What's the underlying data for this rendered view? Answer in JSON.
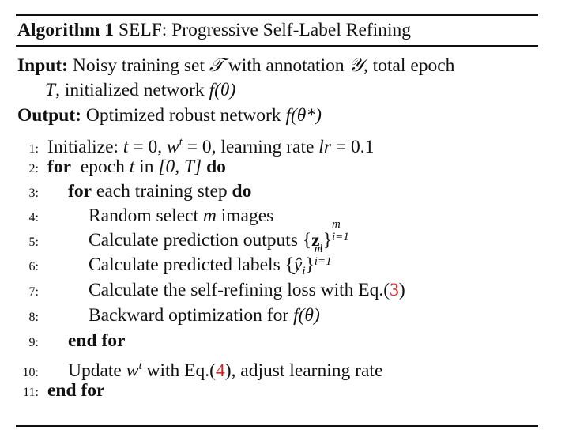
{
  "algorithm": {
    "label": "Algorithm 1",
    "title": "SELF: Progressive Self-Label Refining"
  },
  "input": {
    "key": "Input:",
    "line1_a": "Noisy training set ",
    "set_symbol": "𝒯",
    "line1_b": " with annotation ",
    "annotation_symbol": "𝒴",
    "line1_c": ", total epoch",
    "line2_var": "T",
    "line2_a": ", initialized network ",
    "line2_func": "f(θ)"
  },
  "output": {
    "key": "Output:",
    "text": "Optimized robust network ",
    "func": "f(θ*)"
  },
  "steps": [
    {
      "num": "1:",
      "a": "Initialize: ",
      "m1": "t",
      "b": " = 0, ",
      "m2": "w",
      "sup": "t",
      "c": " = 0, learning rate ",
      "m3": "lr",
      "d": " = 0.1"
    },
    {
      "num": "2:",
      "kw1": "for",
      "a": "  epoch ",
      "m1": "t",
      "b": " in ",
      "m2": "[0, T]",
      "kw2": "do"
    },
    {
      "num": "3:",
      "kw1": "for",
      "a": " each training step ",
      "kw2": "do"
    },
    {
      "num": "4:",
      "a": "Random select ",
      "m1": "m",
      "b": " images"
    },
    {
      "num": "5:",
      "a": "Calculate prediction outputs ",
      "m_open": "{",
      "m_z": "z",
      "m_sub": "i",
      "m_close": "}",
      "sup": "m",
      "sub": "i=1"
    },
    {
      "num": "6:",
      "a": "Calculate predicted labels ",
      "m_open": "{",
      "m_y": "ŷ",
      "m_sub": "i",
      "m_close": "}",
      "sup": "m",
      "sub": "i=1"
    },
    {
      "num": "7:",
      "a": "Calculate the self-refining loss with Eq.(",
      "ref": "3",
      "b": ")"
    },
    {
      "num": "8:",
      "a": "Backward optimization for ",
      "m1": "f(θ)"
    },
    {
      "num": "9:",
      "kw1": "end for"
    },
    {
      "num": "10:",
      "a": "Update ",
      "m1": "w",
      "sup": "t",
      "b": " with Eq.(",
      "ref": "4",
      "c": "), adjust learning rate"
    },
    {
      "num": "11:",
      "kw1": "end for"
    }
  ],
  "colors": {
    "text": "#111111",
    "reference": "#d42020"
  }
}
